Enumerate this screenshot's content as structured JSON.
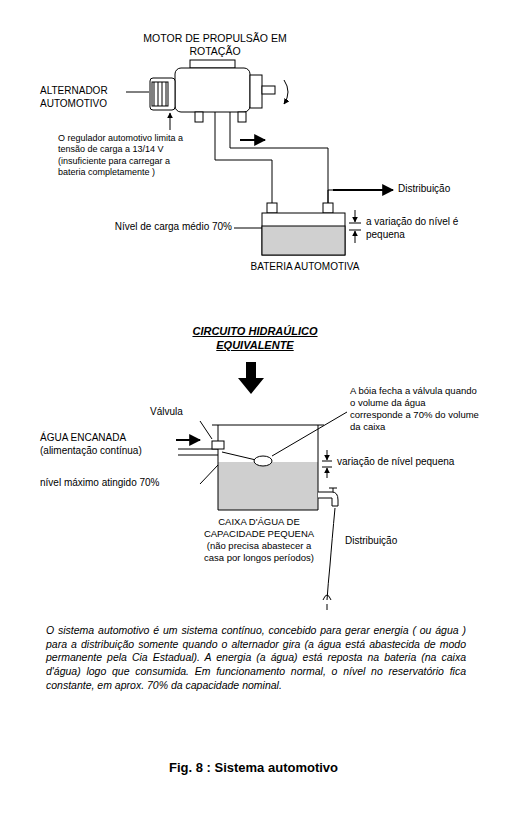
{
  "diagram": {
    "caption": "Fig. 8 : Sistema automotivo",
    "nodes": [
      {
        "text": [
          "MOTOR DE PROPULSÃO EM ROTAÇÃO"
        ]
      },
      {
        "text": [
          "BATERIA AUTOMOTIVA"
        ]
      },
      {
        "text": [
          "CAIXA D'ÁGUA DE CAPACIDADE PEQUENA",
          "(não precisa abastecer a casa por longos períodos)"
        ]
      }
    ],
    "edges": [
      {
        "from": 0,
        "to": 1,
        "arrow": "none"
      }
    ],
    "labels": [
      "ALTERNADOR AUTOMOTIVO",
      "O regulador automotivo limita a tensão de carga a 13/14 V (insuficiente para carregar a bateria completamente )",
      "Distribuição",
      "Nível de carga médio 70%",
      "a variação do nível é pequena",
      "CIRCUITO HIDRAÚLICO EQUIVALENTE",
      "Válvula",
      "A bóia fecha a válvula quando o volume da água corresponde a 70% do volume da caixa",
      "ÁGUA ENCANADA (alimentação contínua)",
      "nível máximo atingido 70%",
      "variação de nível pequena",
      "Distribuição",
      "O sistema automotivo é um sistema contínuo, concebido para gerar energia ( ou água ) para a distribuição somente quando o alternador gira (a água está abastecida de modo permanente pela Cia Estadual). A energia (a água) está reposta na bateria (na caixa d'água) logo que consumida. Em funcionamento normal, o nível no reservatório fica constante, em aprox. 70% da capacidade nominal."
    ]
  }
}
